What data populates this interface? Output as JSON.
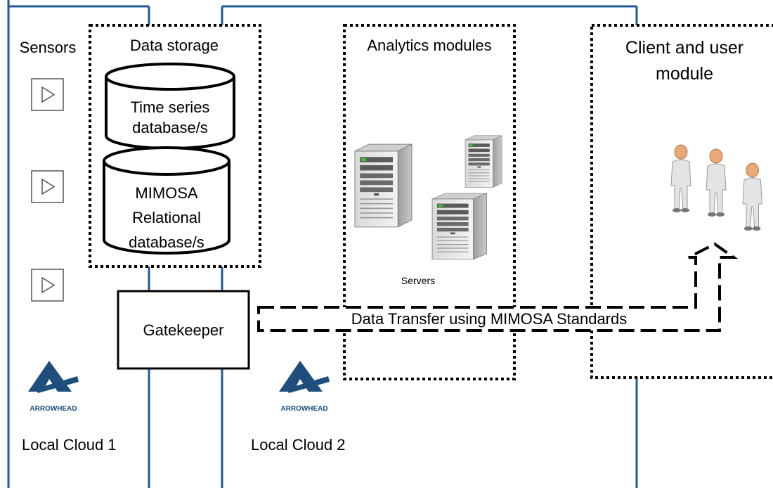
{
  "colors": {
    "cloud_border": "#1f5a94",
    "logo_blue": "#1e4f7c",
    "server_face": "#e8e8e8",
    "server_side": "#bdbdbd",
    "person_body": "#e6e6e6",
    "person_head": "#e8a878"
  },
  "clouds": {
    "cloud1_label": "Local Cloud 1",
    "cloud2_label": "Local Cloud 2"
  },
  "sensors": {
    "title": "Sensors",
    "items": [
      {
        "icon": "play-triangle-icon"
      },
      {
        "icon": "play-triangle-icon"
      },
      {
        "icon": "play-triangle-icon"
      }
    ]
  },
  "storage": {
    "title": "Data storage",
    "db1_line1": "Time series",
    "db1_line2": "database/s",
    "db2_line1": "MIMOSA",
    "db2_line2": "Relational",
    "db2_line3": "database/s"
  },
  "gatekeeper": {
    "label": "Gatekeeper"
  },
  "analytics": {
    "title": "Analytics modules",
    "servers_label": "Servers"
  },
  "client": {
    "title_line1": "Client and user",
    "title_line2": "module"
  },
  "transfer": {
    "label": "Data Transfer using MIMOSA Standards"
  },
  "logos": {
    "brand": "ARROWHEAD"
  }
}
